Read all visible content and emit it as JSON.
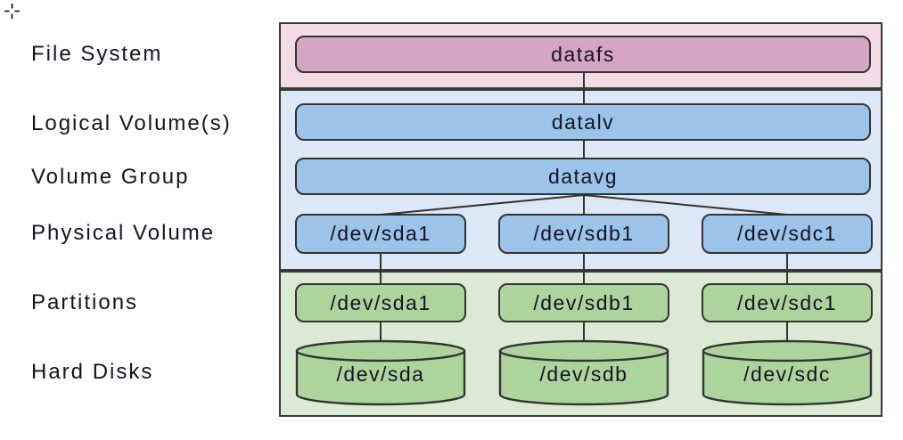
{
  "row_labels": {
    "file_system": "File System",
    "logical_volume": "Logical Volume(s)",
    "volume_group": "Volume Group",
    "physical_volume": "Physical Volume",
    "partitions": "Partitions",
    "hard_disks": "Hard Disks"
  },
  "diagram": {
    "file_system": "datafs",
    "logical_volume": "datalv",
    "volume_group": "datavg",
    "physical_volumes": [
      "/dev/sda1",
      "/dev/sdb1",
      "/dev/sdc1"
    ],
    "partitions": [
      "/dev/sda1",
      "/dev/sdb1",
      "/dev/sdc1"
    ],
    "hard_disks": [
      "/dev/sda",
      "/dev/sdb",
      "/dev/sdc"
    ]
  },
  "icons": {
    "cursor": "crosshair-cursor"
  },
  "colors": {
    "fs-band": "#f2dbe4",
    "fs-node": "#d5a6c4",
    "lvm-band": "#dce8f6",
    "lvm-node": "#9cc3e8",
    "disk-band": "#dcead4",
    "disk-node": "#aed49e",
    "stroke": "#333333",
    "text": "#131325"
  }
}
